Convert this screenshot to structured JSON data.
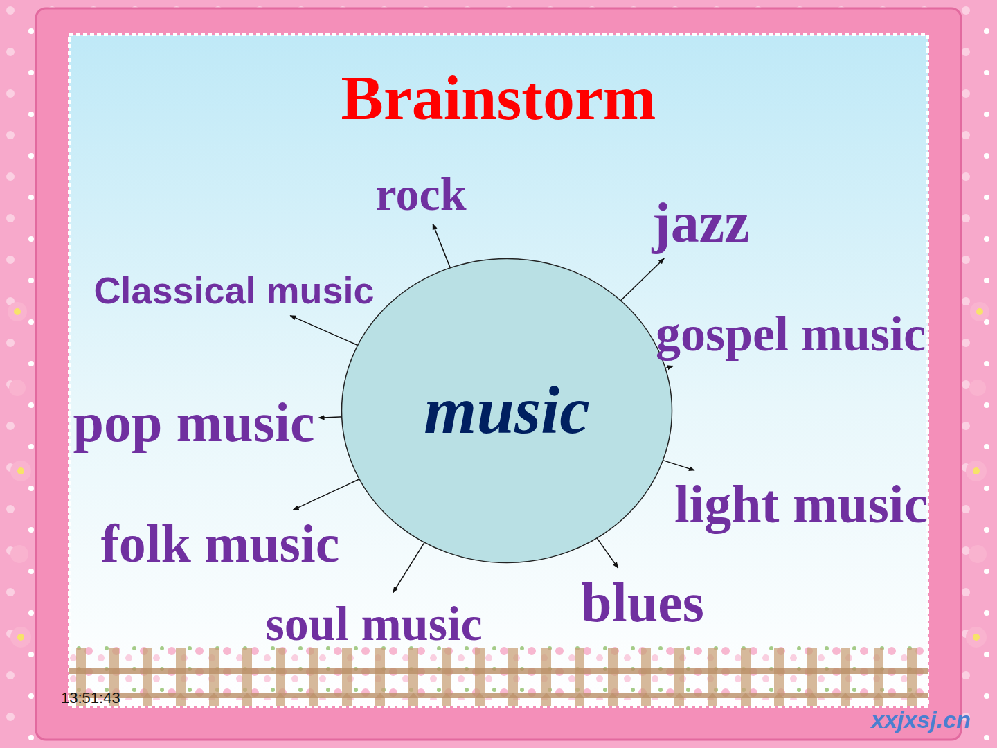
{
  "diagram": {
    "title": "Brainstorm",
    "nodes": [
      {
        "text": [
          "music"
        ]
      },
      {
        "text": [
          "rock"
        ]
      },
      {
        "text": [
          "jazz"
        ]
      },
      {
        "text": [
          "Classical music"
        ]
      },
      {
        "text": [
          "gospel music"
        ]
      },
      {
        "text": [
          "pop music"
        ]
      },
      {
        "text": [
          "light music"
        ]
      },
      {
        "text": [
          "folk music"
        ]
      },
      {
        "text": [
          "blues"
        ]
      },
      {
        "text": [
          "soul music"
        ]
      }
    ],
    "edges": [
      {
        "from": 0,
        "to": 1,
        "arrow": "to"
      },
      {
        "from": 0,
        "to": 2,
        "arrow": "to"
      },
      {
        "from": 0,
        "to": 3,
        "arrow": "to"
      },
      {
        "from": 0,
        "to": 4,
        "arrow": "to"
      },
      {
        "from": 0,
        "to": 5,
        "arrow": "to"
      },
      {
        "from": 0,
        "to": 6,
        "arrow": "to"
      },
      {
        "from": 0,
        "to": 7,
        "arrow": "to"
      },
      {
        "from": 0,
        "to": 8,
        "arrow": "to"
      },
      {
        "from": 0,
        "to": 9,
        "arrow": "to"
      }
    ],
    "labels": [
      "13:51:43",
      "xxjxsj.cn"
    ]
  }
}
